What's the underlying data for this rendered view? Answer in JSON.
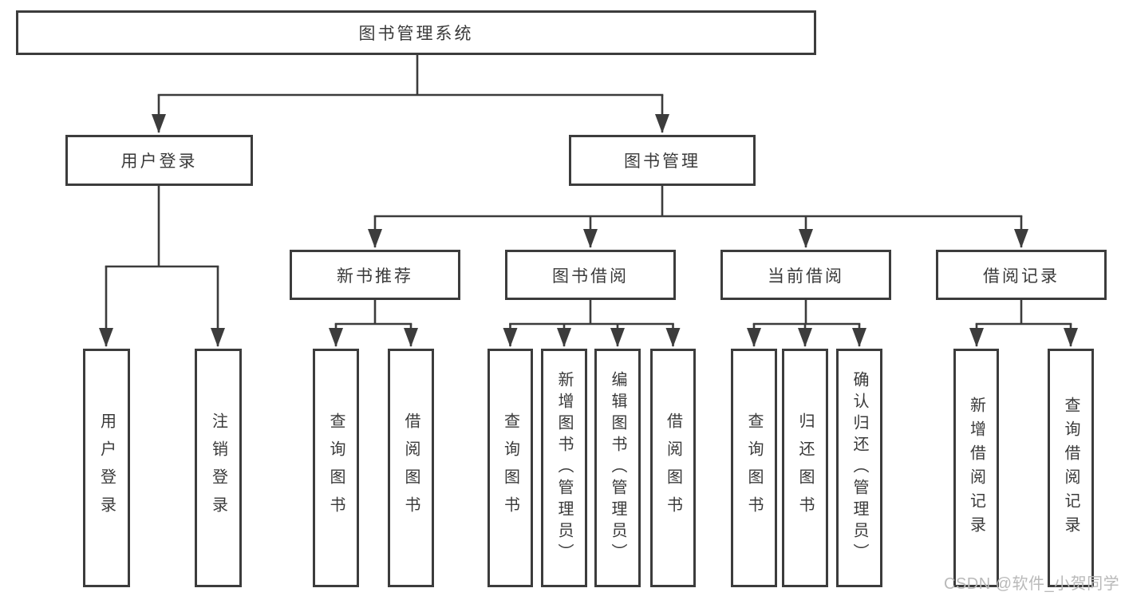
{
  "tree": {
    "label": "图书管理系统",
    "children": [
      {
        "label": "用户登录",
        "children": [
          {
            "label": "用户登录"
          },
          {
            "label": "注销登录"
          }
        ]
      },
      {
        "label": "图书管理",
        "children": [
          {
            "label": "新书推荐",
            "children": [
              {
                "label": "查询图书"
              },
              {
                "label": "借阅图书"
              }
            ]
          },
          {
            "label": "图书借阅",
            "children": [
              {
                "label": "查询图书"
              },
              {
                "label": "新增图书（管理员）"
              },
              {
                "label": "编辑图书（管理员）"
              },
              {
                "label": "借阅图书"
              }
            ]
          },
          {
            "label": "当前借阅",
            "children": [
              {
                "label": "查询图书"
              },
              {
                "label": "归还图书"
              },
              {
                "label": "确认归还（管理员）"
              }
            ]
          },
          {
            "label": "借阅记录",
            "children": [
              {
                "label": "新增借阅记录"
              },
              {
                "label": "查询借阅记录"
              }
            ]
          }
        ]
      }
    ]
  },
  "watermark": {
    "text": "CSDN @软件_小贺同学"
  },
  "colors": {
    "line": "#3c3c3c",
    "box_border": "#3c3c3c",
    "text": "#3a3a3a",
    "watermark": "#b9b9b9",
    "background": "#ffffff"
  }
}
